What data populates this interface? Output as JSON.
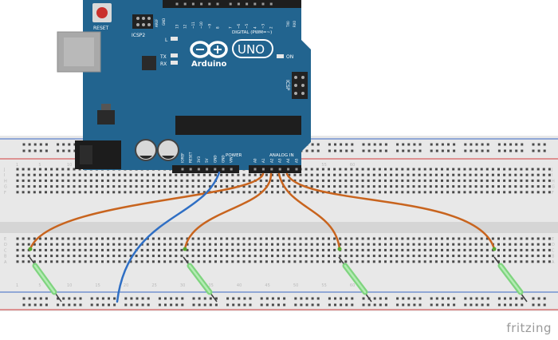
{
  "arduino": {
    "brand": "Arduino",
    "model": "UNO",
    "reset_label": "RESET",
    "icsp2_label": "ICSP2",
    "icsp_label": "ICSP",
    "digital_label": "DIGITAL (PWM=~)",
    "l_label": "L",
    "tx_label": "TX",
    "rx_label": "RX",
    "on_label": "ON",
    "aref_label": "AREF",
    "gnd_label": "GND",
    "tx0_label": "TX0",
    "rx0_label": "RX0",
    "power_label": "POWER",
    "analog_label": "ANALOG IN",
    "power_pins": [
      "IOREF",
      "RESET",
      "3V3",
      "5V",
      "GND",
      "GND",
      "VIN"
    ],
    "analog_pins": [
      "A0",
      "A1",
      "A2",
      "A3",
      "A4",
      "A5"
    ],
    "digital_pins": [
      "13",
      "12",
      "~11",
      "~10",
      "~9",
      "8",
      "7",
      "~6",
      "~5",
      "4",
      "~3",
      "2"
    ]
  },
  "breadboard": {
    "column_numbers": [
      "1",
      "5",
      "10",
      "15",
      "20",
      "25",
      "30",
      "35",
      "40",
      "45",
      "50",
      "55",
      "60"
    ],
    "row_letters_top": [
      "J",
      "I",
      "H",
      "G",
      "F"
    ],
    "row_letters_bottom": [
      "E",
      "D",
      "C",
      "B",
      "A"
    ]
  },
  "components": [
    {
      "name": "reed-switch-1",
      "type": "reed switch"
    },
    {
      "name": "reed-switch-2",
      "type": "reed switch"
    },
    {
      "name": "reed-switch-3",
      "type": "reed switch"
    },
    {
      "name": "reed-switch-4",
      "type": "reed switch"
    }
  ],
  "wires": [
    {
      "name": "wire-a0",
      "color": "#c8641e"
    },
    {
      "name": "wire-a1",
      "color": "#c8641e"
    },
    {
      "name": "wire-a2",
      "color": "#c8641e"
    },
    {
      "name": "wire-a3",
      "color": "#c8641e"
    },
    {
      "name": "wire-gnd",
      "color": "#2f6fc4"
    }
  ],
  "colors": {
    "board": "#22648f",
    "breadboard": "#e9e9e9",
    "rail_red": "#d23b3b",
    "rail_blue": "#3a67c4",
    "wire_orange": "#c8641e",
    "wire_blue": "#2f6fc4",
    "reed_glass": "#8fd98f"
  },
  "watermark": "fritzing"
}
